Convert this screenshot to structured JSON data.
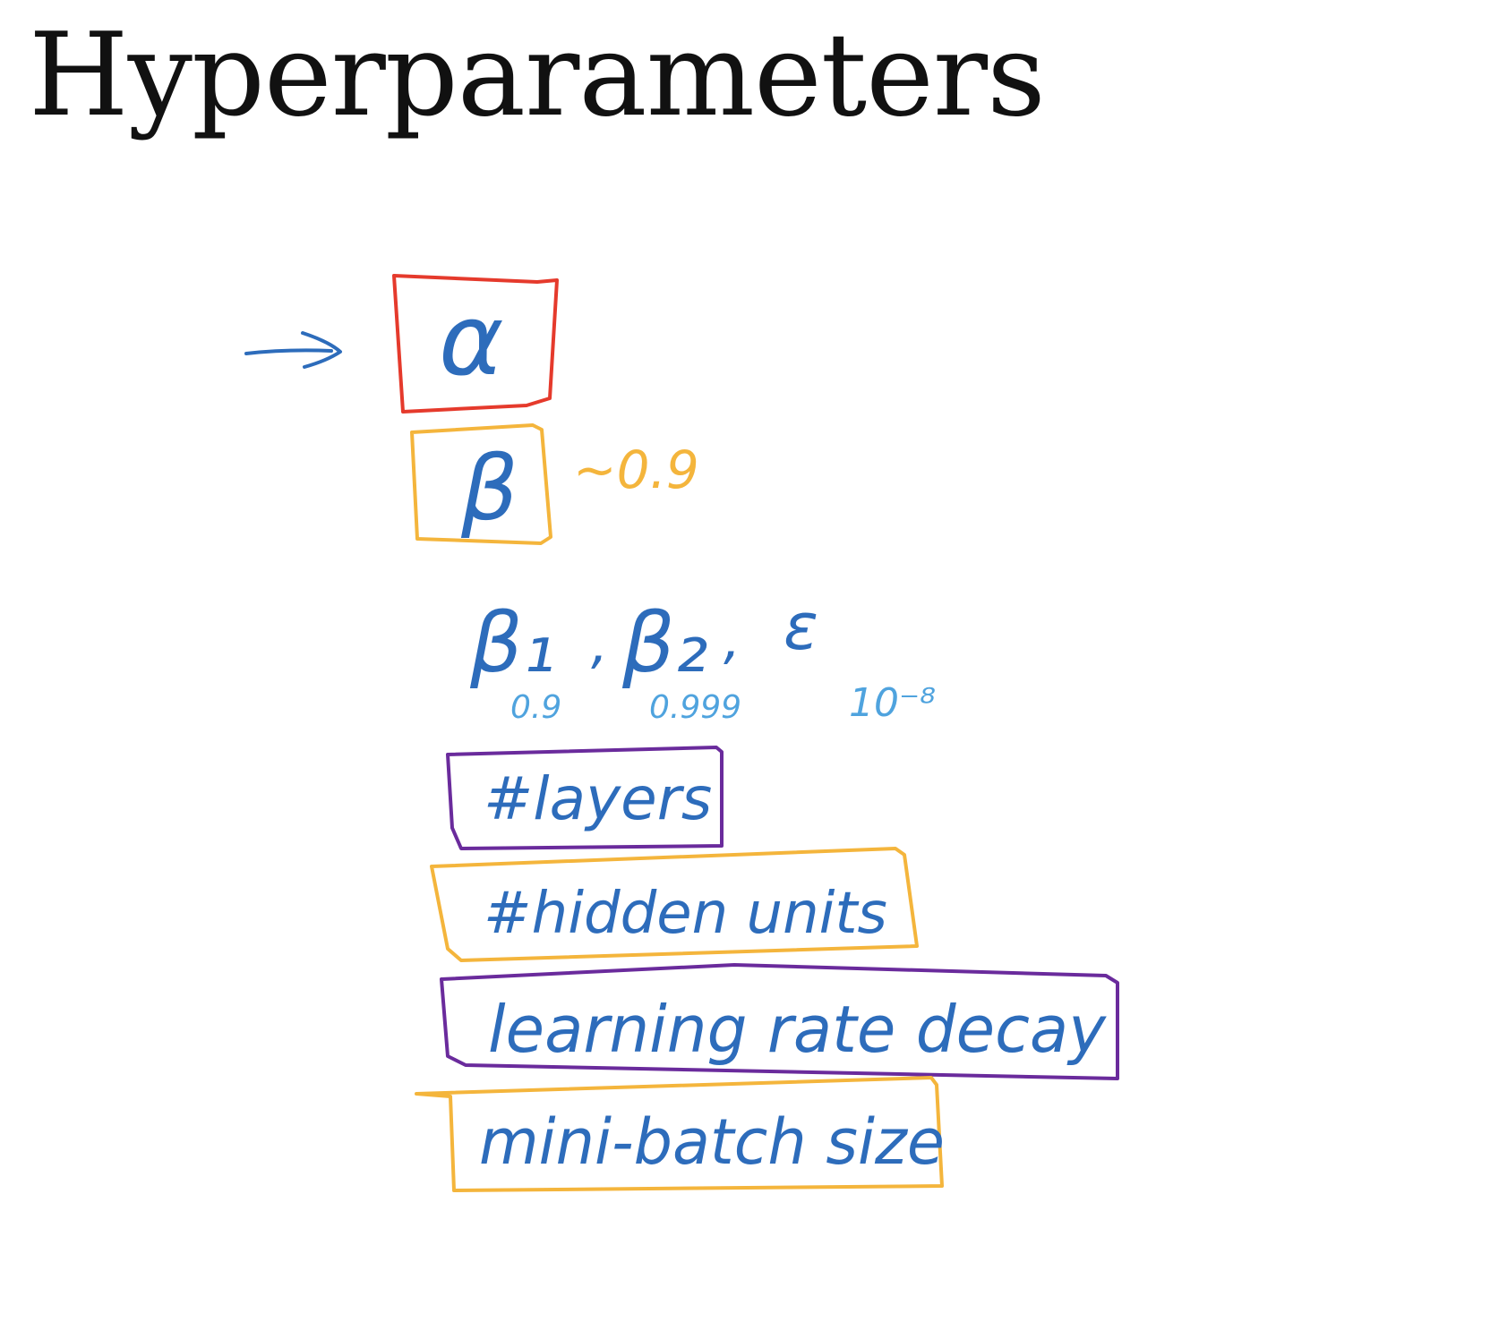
{
  "title": "Hyperparameters",
  "colors": {
    "ink_blue": "#2d6cbb",
    "ink_light_blue": "#4fa3de",
    "box_red": "#e53a2c",
    "box_orange": "#f4b53c",
    "box_purple": "#6a2b9c"
  },
  "items": {
    "alpha": {
      "symbol": "α"
    },
    "beta": {
      "symbol": "β",
      "note": "~0.9"
    },
    "adam": {
      "beta1": "β₁",
      "beta1_value": "0.9",
      "beta2": "β₂",
      "beta2_value": "0.999",
      "epsilon": "ε",
      "epsilon_value": "10⁻⁸"
    },
    "layers": "#layers",
    "hidden_units": "#hidden units",
    "lr_decay": "learning rate decay",
    "mini_batch": "mini-batch size"
  }
}
